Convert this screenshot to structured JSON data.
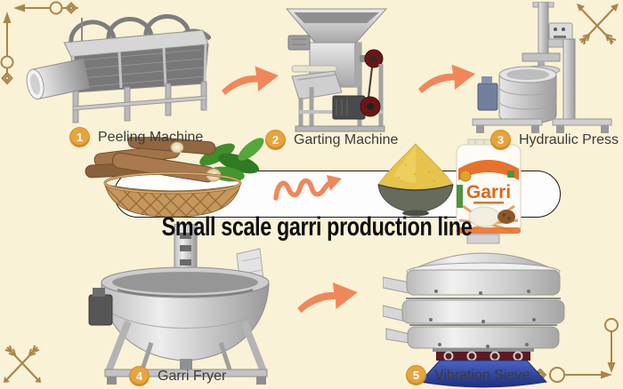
{
  "title": "Small scale garri production line",
  "stages": [
    {
      "num": "1",
      "label": "Peeling Machine"
    },
    {
      "num": "2",
      "label": "Garting Machine"
    },
    {
      "num": "3",
      "label": "Hydraulic Press"
    },
    {
      "num": "4",
      "label": "Garri Fryer"
    },
    {
      "num": "5",
      "label": "Vibration Sieve"
    }
  ],
  "package": {
    "brand": "Garri"
  },
  "colors": {
    "background": "#FAF2D6",
    "flow_arrow_orange": "#F0875A",
    "decor_tan": "#A9854C",
    "badge_gold": "#E9A33C",
    "label_text": "#3B3B3B",
    "title_text": "#0F0F0F",
    "pill_border": "#1A1A1A",
    "garri_yellow": "#E7C34B",
    "package_orange": "#E8722B",
    "sieve_base_blue": "#2E4DA8"
  },
  "icons": {
    "decor_top_left": "compass-line-arrows",
    "decor_top_right": "crossed-arrows",
    "decor_bottom_left": "crossed-arrows",
    "decor_bottom_right": "compass-line-arrows",
    "flow_arrow": "curved-swoosh-arrow",
    "transform_arrow": "squiggle-arrow"
  }
}
